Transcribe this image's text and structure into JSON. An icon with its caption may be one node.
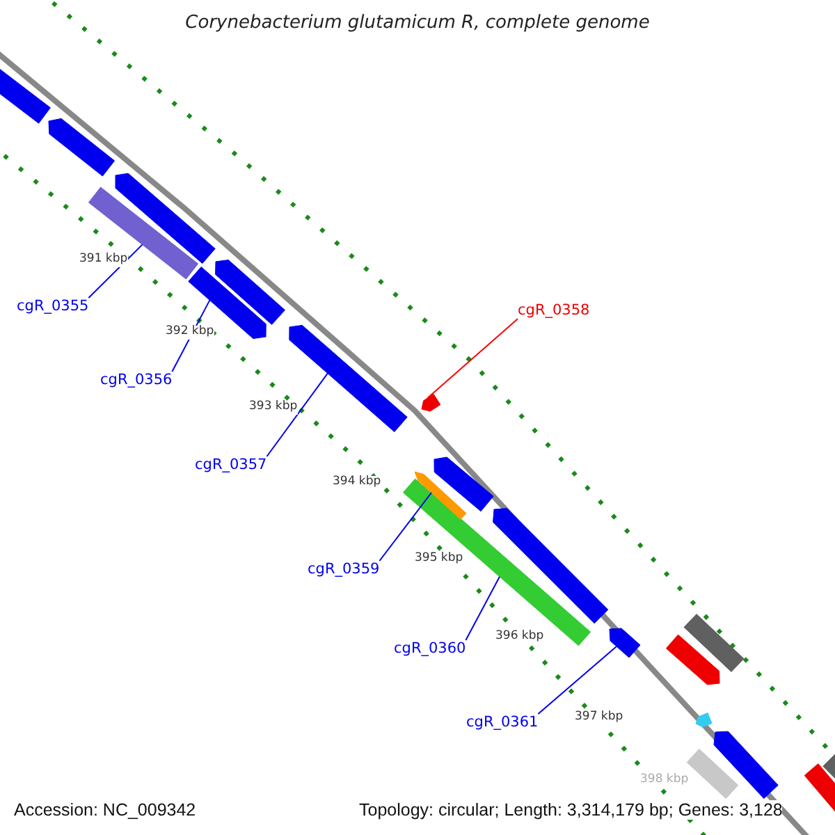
{
  "diagram": {
    "title": "Corynebacterium glutamicum R, complete genome",
    "nodes": [
      {
        "text": [
          "cgR_0355"
        ]
      },
      {
        "text": [],
        "shape": "bar"
      },
      {
        "text": [
          "cgR_0358"
        ]
      },
      {
        "text": [],
        "shape": "arrow"
      },
      {
        "text": [
          "cgR_0356"
        ]
      },
      {
        "text": [],
        "shape": "arrow"
      },
      {
        "text": [
          "cgR_0357"
        ]
      },
      {
        "text": [],
        "shape": "arrow"
      },
      {
        "text": [
          "cgR_0359"
        ]
      },
      {
        "text": [],
        "shape": "arrow"
      },
      {
        "text": [
          "cgR_0360"
        ]
      },
      {
        "text": [],
        "shape": "bar"
      },
      {
        "text": [
          "cgR_0361"
        ]
      },
      {
        "text": [],
        "shape": "arrow"
      },
      {
        "text": [],
        "shape": "bar"
      },
      {
        "text": [],
        "shape": "arrow"
      },
      {
        "text": [],
        "shape": "arrow"
      },
      {
        "text": [],
        "shape": "arrow"
      },
      {
        "text": [],
        "shape": "arrow"
      },
      {
        "text": [],
        "shape": "arrow"
      },
      {
        "text": [],
        "shape": "bar"
      },
      {
        "text": [],
        "shape": "arrow"
      },
      {
        "text": [],
        "shape": "arrow"
      },
      {
        "text": [],
        "shape": "bar"
      },
      {
        "text": [],
        "shape": "arrow"
      },
      {
        "text": [],
        "shape": "bar"
      },
      {
        "text": [],
        "shape": "bar"
      }
    ],
    "edges": [
      {
        "from": 0,
        "to": 1,
        "arrow": "none"
      },
      {
        "from": 2,
        "to": 3,
        "arrow": "none",
        "color": "#ff0000"
      },
      {
        "from": 4,
        "to": 5,
        "arrow": "none"
      },
      {
        "from": 6,
        "to": 7,
        "arrow": "none"
      },
      {
        "from": 8,
        "to": 9,
        "arrow": "none"
      },
      {
        "from": 10,
        "to": 11,
        "arrow": "none"
      },
      {
        "from": 12,
        "to": 13,
        "arrow": "none"
      }
    ],
    "labels": [
      "391 kbp",
      "392 kbp",
      "393 kbp",
      "394 kbp",
      "395 kbp",
      "396 kbp",
      "397 kbp",
      "398 kbp",
      "Accession: NC_009342",
      "Topology: circular; Length: 3,314,179 bp; Genes: 3,128"
    ]
  }
}
